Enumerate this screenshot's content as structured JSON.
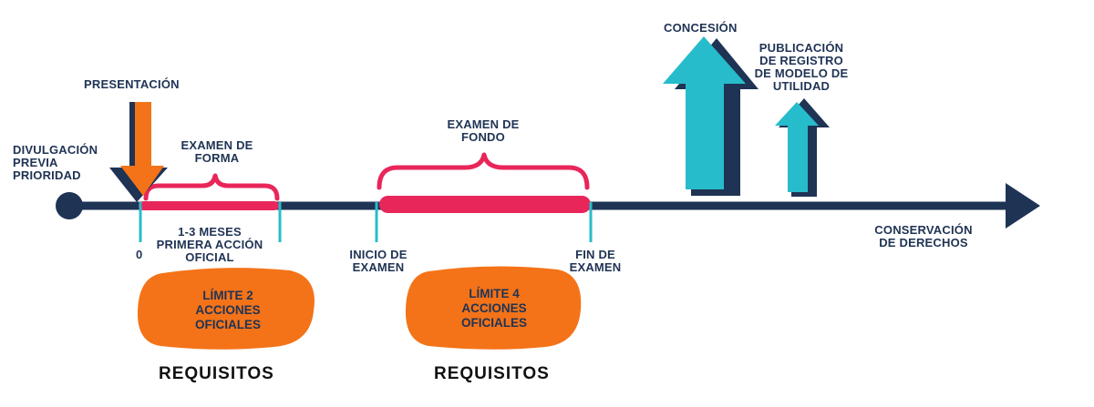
{
  "labels": {
    "divulgacion": [
      "DIVULGACIÓN",
      "PREVIA",
      "PRIORIDAD"
    ],
    "presentacion": "PRESENTACIÓN",
    "examen_forma": [
      "EXAMEN DE",
      "FORMA"
    ],
    "cero": "0",
    "meses": [
      "1-3 MESES",
      "PRIMERA ACCIÓN",
      "OFICIAL"
    ],
    "examen_fondo": [
      "EXAMEN DE",
      "FONDO"
    ],
    "inicio_examen": [
      "INICIO DE",
      "EXAMEN"
    ],
    "fin_examen": [
      "FIN DE",
      "EXAMEN"
    ],
    "concesion": "CONCESIÓN",
    "publicacion": [
      "PUBLICACIÓN",
      "DE REGISTRO",
      "DE MODELO DE",
      "UTILIDAD"
    ],
    "conservacion": [
      "CONSERVACIÓN",
      "DE DERECHOS"
    ]
  },
  "blobs": [
    {
      "lines": [
        "LÍMITE 2",
        "ACCIONES",
        "OFICIALES"
      ]
    },
    {
      "lines": [
        "LÍMITE 4",
        "ACCIONES",
        "OFICIALES"
      ]
    }
  ],
  "requisitos": [
    "REQUISITOS",
    "REQUISITOS"
  ],
  "colors": {
    "navy": "#1f3354",
    "pink": "#e8265a",
    "teal": "#27bccb",
    "orange": "#f47318",
    "text": "#1f3354"
  }
}
